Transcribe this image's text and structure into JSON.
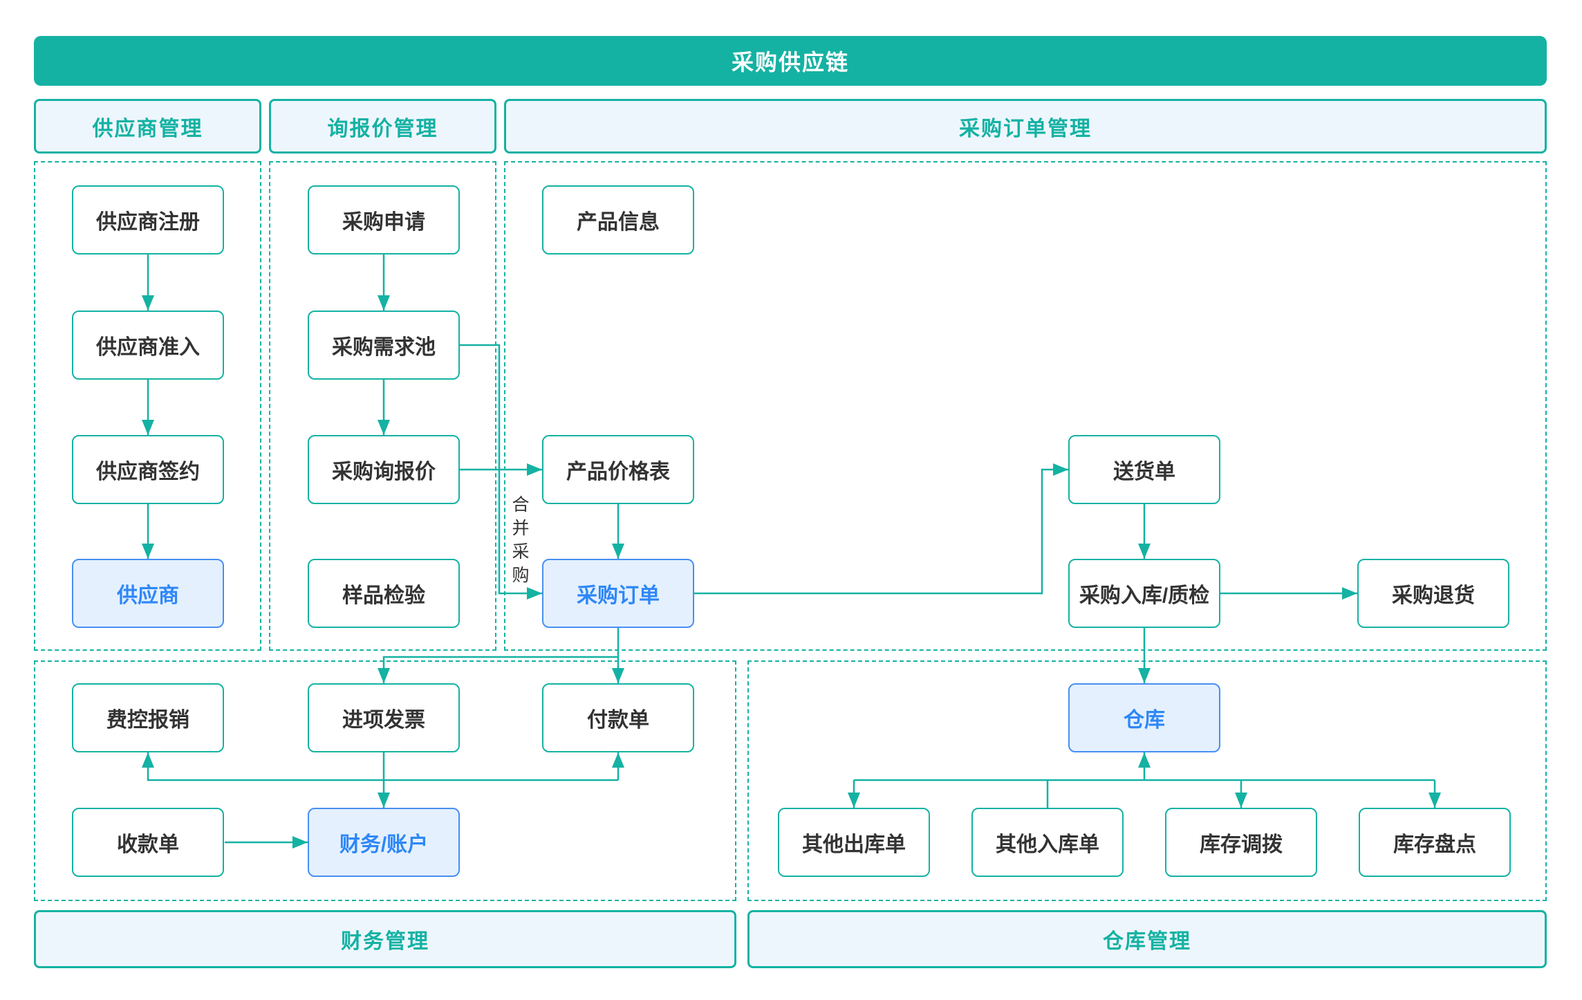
{
  "title": "采购供应链",
  "sections": {
    "supplier_mgmt": {
      "label": "供应商管理"
    },
    "inquiry_mgmt": {
      "label": "询报价管理"
    },
    "po_mgmt": {
      "label": "采购订单管理"
    },
    "finance_mgmt": {
      "label": "财务管理"
    },
    "warehouse_mgmt": {
      "label": "仓库管理"
    }
  },
  "nodes": {
    "supplier_register": {
      "label": "供应商注册"
    },
    "supplier_access": {
      "label": "供应商准入"
    },
    "supplier_sign": {
      "label": "供应商签约"
    },
    "supplier": {
      "label": "供应商"
    },
    "purchase_request": {
      "label": "采购申请"
    },
    "demand_pool": {
      "label": "采购需求池"
    },
    "rfq": {
      "label": "采购询报价"
    },
    "sample_check": {
      "label": "样品检验"
    },
    "product_info": {
      "label": "产品信息"
    },
    "price_list": {
      "label": "产品价格表"
    },
    "purchase_order": {
      "label": "采购订单"
    },
    "delivery_note": {
      "label": "送货单"
    },
    "receipt_qc": {
      "label": "采购入库/质检"
    },
    "purchase_return": {
      "label": "采购退货"
    },
    "payment_note": {
      "label": "付款单"
    },
    "input_invoice": {
      "label": "进项发票"
    },
    "expense_claim": {
      "label": "费控报销"
    },
    "receipt_note": {
      "label": "收款单"
    },
    "finance_account": {
      "label": "财务/账户"
    },
    "warehouse": {
      "label": "仓库"
    },
    "other_outbound": {
      "label": "其他出库单"
    },
    "other_inbound": {
      "label": "其他入库单"
    },
    "stock_transfer": {
      "label": "库存调拨"
    },
    "stock_take": {
      "label": "库存盘点"
    }
  },
  "edge_labels": {
    "merge_purchase": "合并采购"
  },
  "colors": {
    "teal": "#14b2a3",
    "light_bg": "#eef6fd",
    "blue_border": "#478ff2",
    "blue_bg": "#e4f0fe",
    "blue_text": "#2e87f7",
    "ink": "#333333"
  }
}
